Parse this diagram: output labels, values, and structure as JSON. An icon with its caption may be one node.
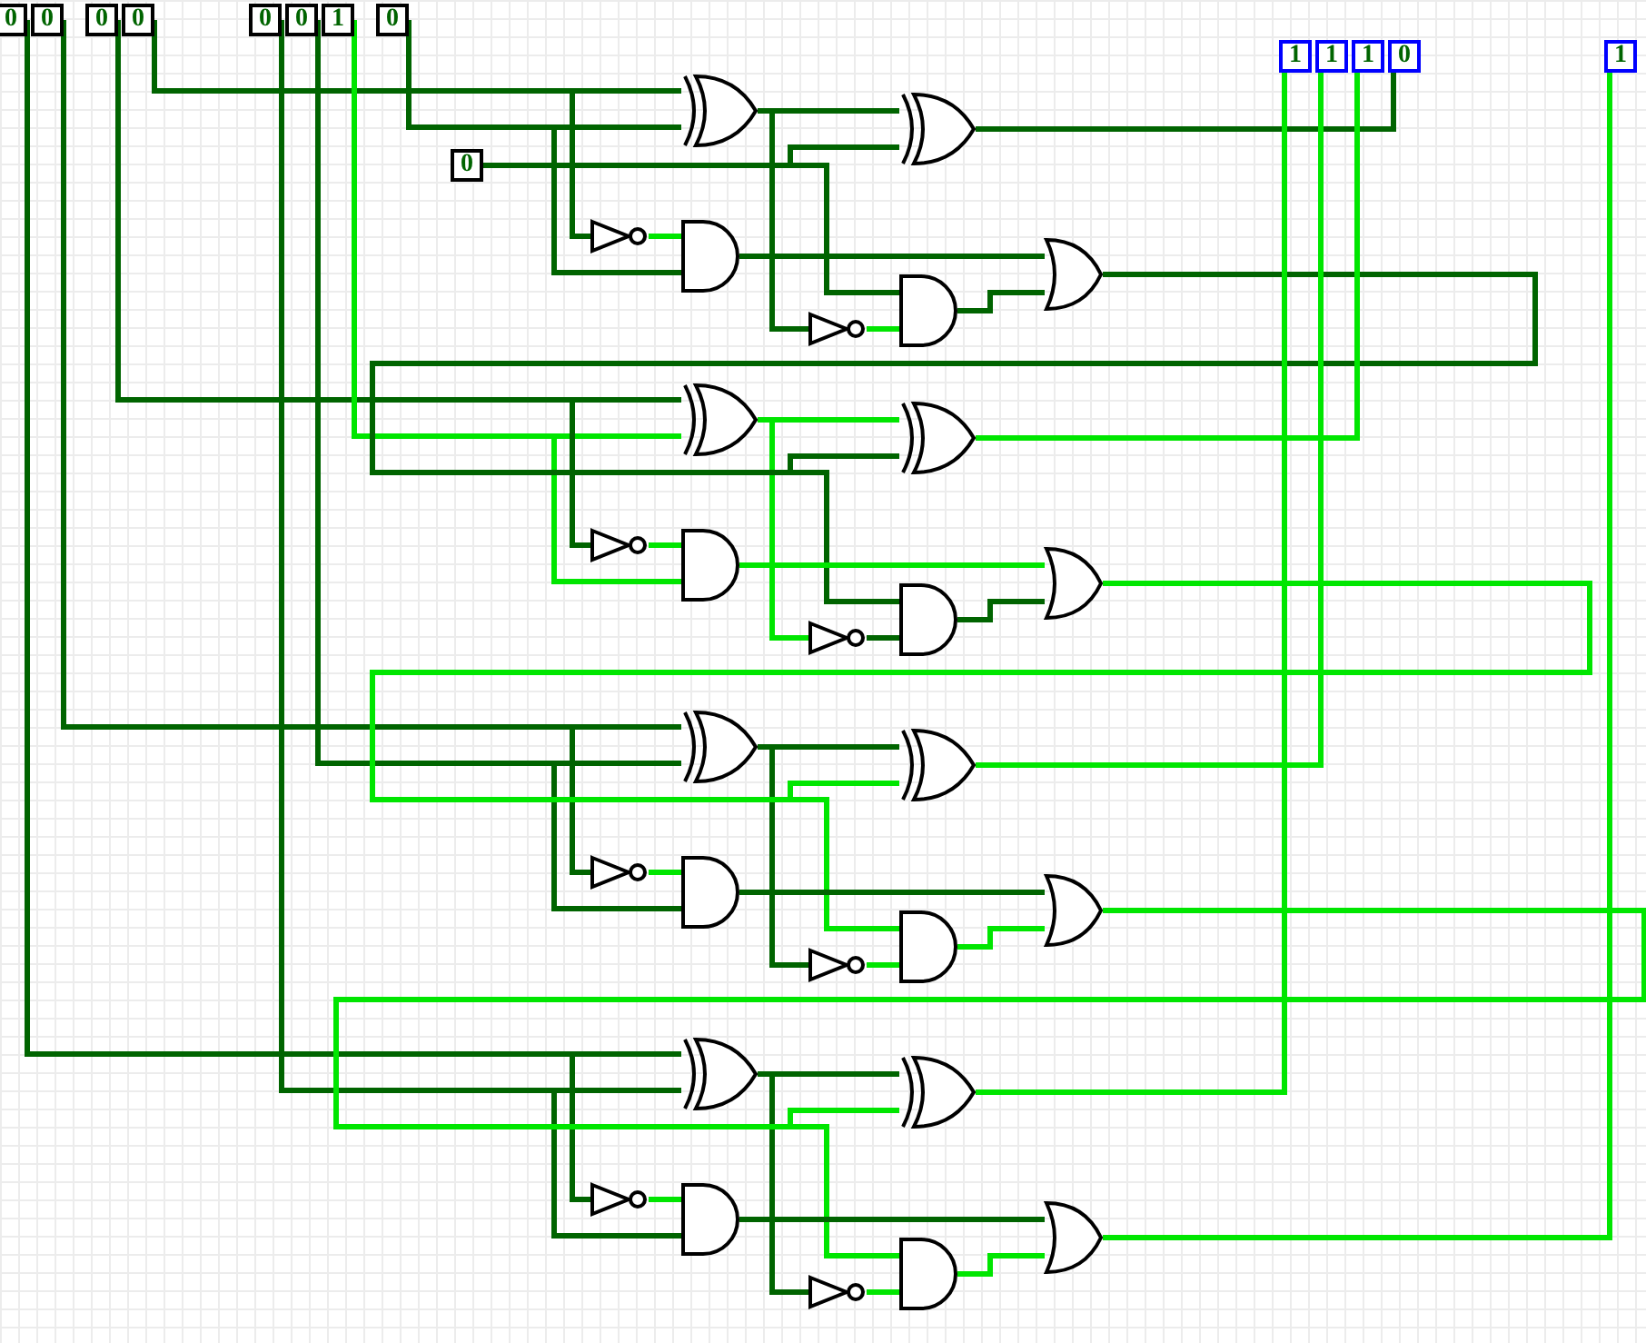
{
  "diagram": {
    "nodes": [
      {
        "text": [
          "0"
        ]
      },
      {
        "text": [
          "0"
        ]
      },
      {
        "text": [
          "0"
        ]
      },
      {
        "text": [
          "0"
        ]
      },
      {
        "text": [
          "0"
        ]
      },
      {
        "text": [
          "0"
        ]
      },
      {
        "text": [
          "1"
        ]
      },
      {
        "text": [
          "0"
        ]
      },
      {
        "text": [
          "1"
        ]
      },
      {
        "text": [
          "1"
        ]
      },
      {
        "text": [
          "1"
        ]
      },
      {
        "text": [
          "0"
        ]
      },
      {
        "text": [
          "1"
        ]
      },
      {
        "text": [
          "0"
        ]
      },
      {
        "text": [],
        "shape": "xor"
      },
      {
        "text": [],
        "shape": "xor"
      },
      {
        "text": [],
        "shape": "not"
      },
      {
        "text": [],
        "shape": "and"
      },
      {
        "text": [],
        "shape": "or"
      },
      {
        "text": [],
        "shape": "and"
      },
      {
        "text": [],
        "shape": "not"
      },
      {
        "text": [],
        "shape": "xor"
      },
      {
        "text": [],
        "shape": "xor"
      },
      {
        "text": [],
        "shape": "not"
      },
      {
        "text": [],
        "shape": "and"
      },
      {
        "text": [],
        "shape": "or"
      },
      {
        "text": [],
        "shape": "and"
      },
      {
        "text": [],
        "shape": "not"
      },
      {
        "text": [],
        "shape": "xor"
      },
      {
        "text": [],
        "shape": "xor"
      },
      {
        "text": [],
        "shape": "not"
      },
      {
        "text": [],
        "shape": "and"
      },
      {
        "text": [],
        "shape": "or"
      },
      {
        "text": [],
        "shape": "and"
      },
      {
        "text": [],
        "shape": "not"
      },
      {
        "text": [],
        "shape": "xor"
      },
      {
        "text": [],
        "shape": "xor"
      },
      {
        "text": [],
        "shape": "not"
      },
      {
        "text": [],
        "shape": "and"
      },
      {
        "text": [],
        "shape": "or"
      },
      {
        "text": [],
        "shape": "and"
      },
      {
        "text": [],
        "shape": "not"
      }
    ],
    "edges": [
      {
        "from": 3,
        "to": 14,
        "arrow": "none"
      },
      {
        "from": 7,
        "to": 14,
        "arrow": "none"
      },
      {
        "from": 3,
        "to": 16,
        "arrow": "none"
      },
      {
        "from": 7,
        "to": 17,
        "arrow": "none"
      },
      {
        "from": 16,
        "to": 17,
        "arrow": "none",
        "color": "#00e600"
      },
      {
        "from": 14,
        "to": 15,
        "arrow": "none"
      },
      {
        "from": 13,
        "to": 15,
        "arrow": "none"
      },
      {
        "from": 14,
        "to": 20,
        "arrow": "none"
      },
      {
        "from": 20,
        "to": 19,
        "arrow": "none",
        "color": "#00e600"
      },
      {
        "from": 13,
        "to": 19,
        "arrow": "none"
      },
      {
        "from": 17,
        "to": 18,
        "arrow": "none"
      },
      {
        "from": 19,
        "to": 18,
        "arrow": "none"
      },
      {
        "from": 15,
        "to": 11,
        "arrow": "none"
      },
      {
        "from": 2,
        "to": 21,
        "arrow": "none"
      },
      {
        "from": 6,
        "to": 21,
        "arrow": "none",
        "color": "#00e600"
      },
      {
        "from": 2,
        "to": 23,
        "arrow": "none"
      },
      {
        "from": 6,
        "to": 24,
        "arrow": "none",
        "color": "#00e600"
      },
      {
        "from": 23,
        "to": 24,
        "arrow": "none",
        "color": "#00e600"
      },
      {
        "from": 21,
        "to": 22,
        "arrow": "none",
        "color": "#00e600"
      },
      {
        "from": 18,
        "to": 22,
        "arrow": "none"
      },
      {
        "from": 21,
        "to": 27,
        "arrow": "none",
        "color": "#00e600"
      },
      {
        "from": 27,
        "to": 26,
        "arrow": "none"
      },
      {
        "from": 18,
        "to": 26,
        "arrow": "none"
      },
      {
        "from": 24,
        "to": 25,
        "arrow": "none",
        "color": "#00e600"
      },
      {
        "from": 26,
        "to": 25,
        "arrow": "none"
      },
      {
        "from": 22,
        "to": 10,
        "arrow": "none",
        "color": "#00e600"
      },
      {
        "from": 1,
        "to": 28,
        "arrow": "none"
      },
      {
        "from": 5,
        "to": 28,
        "arrow": "none"
      },
      {
        "from": 1,
        "to": 30,
        "arrow": "none"
      },
      {
        "from": 5,
        "to": 31,
        "arrow": "none"
      },
      {
        "from": 30,
        "to": 31,
        "arrow": "none",
        "color": "#00e600"
      },
      {
        "from": 28,
        "to": 29,
        "arrow": "none"
      },
      {
        "from": 25,
        "to": 29,
        "arrow": "none",
        "color": "#00e600"
      },
      {
        "from": 28,
        "to": 34,
        "arrow": "none"
      },
      {
        "from": 34,
        "to": 33,
        "arrow": "none",
        "color": "#00e600"
      },
      {
        "from": 25,
        "to": 33,
        "arrow": "none",
        "color": "#00e600"
      },
      {
        "from": 31,
        "to": 32,
        "arrow": "none"
      },
      {
        "from": 33,
        "to": 32,
        "arrow": "none",
        "color": "#00e600"
      },
      {
        "from": 29,
        "to": 9,
        "arrow": "none",
        "color": "#00e600"
      },
      {
        "from": 0,
        "to": 35,
        "arrow": "none"
      },
      {
        "from": 4,
        "to": 35,
        "arrow": "none"
      },
      {
        "from": 0,
        "to": 37,
        "arrow": "none"
      },
      {
        "from": 4,
        "to": 38,
        "arrow": "none"
      },
      {
        "from": 37,
        "to": 38,
        "arrow": "none",
        "color": "#00e600"
      },
      {
        "from": 35,
        "to": 36,
        "arrow": "none"
      },
      {
        "from": 32,
        "to": 36,
        "arrow": "none",
        "color": "#00e600"
      },
      {
        "from": 35,
        "to": 41,
        "arrow": "none"
      },
      {
        "from": 41,
        "to": 40,
        "arrow": "none",
        "color": "#00e600"
      },
      {
        "from": 32,
        "to": 40,
        "arrow": "none",
        "color": "#00e600"
      },
      {
        "from": 38,
        "to": 39,
        "arrow": "none"
      },
      {
        "from": 40,
        "to": 39,
        "arrow": "none",
        "color": "#00e600"
      },
      {
        "from": 36,
        "to": 8,
        "arrow": "none",
        "color": "#00e600"
      },
      {
        "from": 39,
        "to": 12,
        "arrow": "none",
        "color": "#00e600"
      }
    ]
  }
}
